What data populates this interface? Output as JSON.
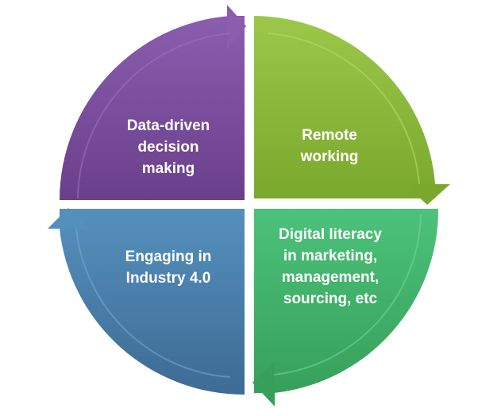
{
  "segments": [
    {
      "lines": [
        "Data-driven",
        "decision",
        "making"
      ],
      "color": "#7b4f9d"
    },
    {
      "lines": [
        "Remote",
        "working"
      ],
      "color": "#8fbc3c"
    },
    {
      "lines": [
        "Digital literacy",
        "in marketing,",
        "management,",
        "sourcing,  etc"
      ],
      "color": "#44b26a"
    },
    {
      "lines": [
        "Engaging  in",
        "Industry 4.0"
      ],
      "color": "#4a7eab"
    }
  ]
}
